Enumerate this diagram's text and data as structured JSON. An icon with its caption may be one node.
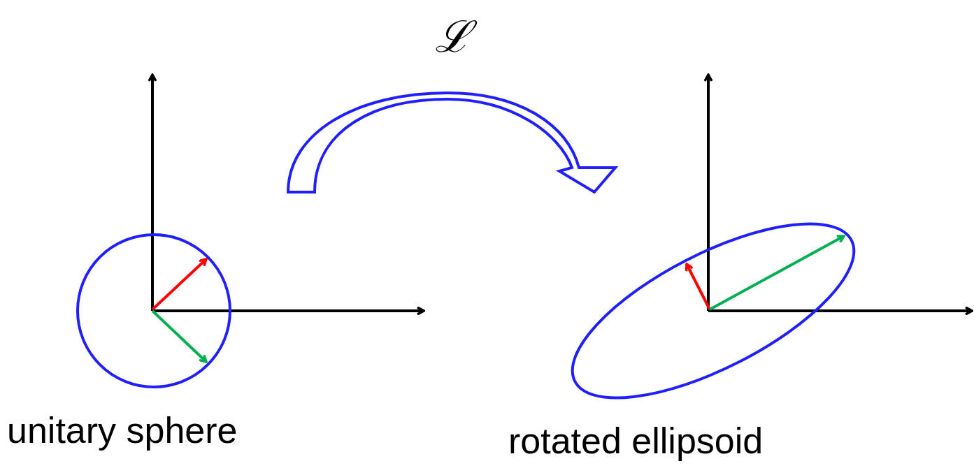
{
  "diagram": {
    "nodes": [
      {
        "text": [],
        "shape": "circle",
        "beside": [
          "unitary sphere"
        ]
      },
      {
        "text": [],
        "shape": "ellipse",
        "beside": [
          "rotated ellipsoid"
        ]
      }
    ],
    "edges": [
      {
        "from": 0,
        "to": 1,
        "arrow": "to",
        "label": "ℒ"
      }
    ]
  }
}
